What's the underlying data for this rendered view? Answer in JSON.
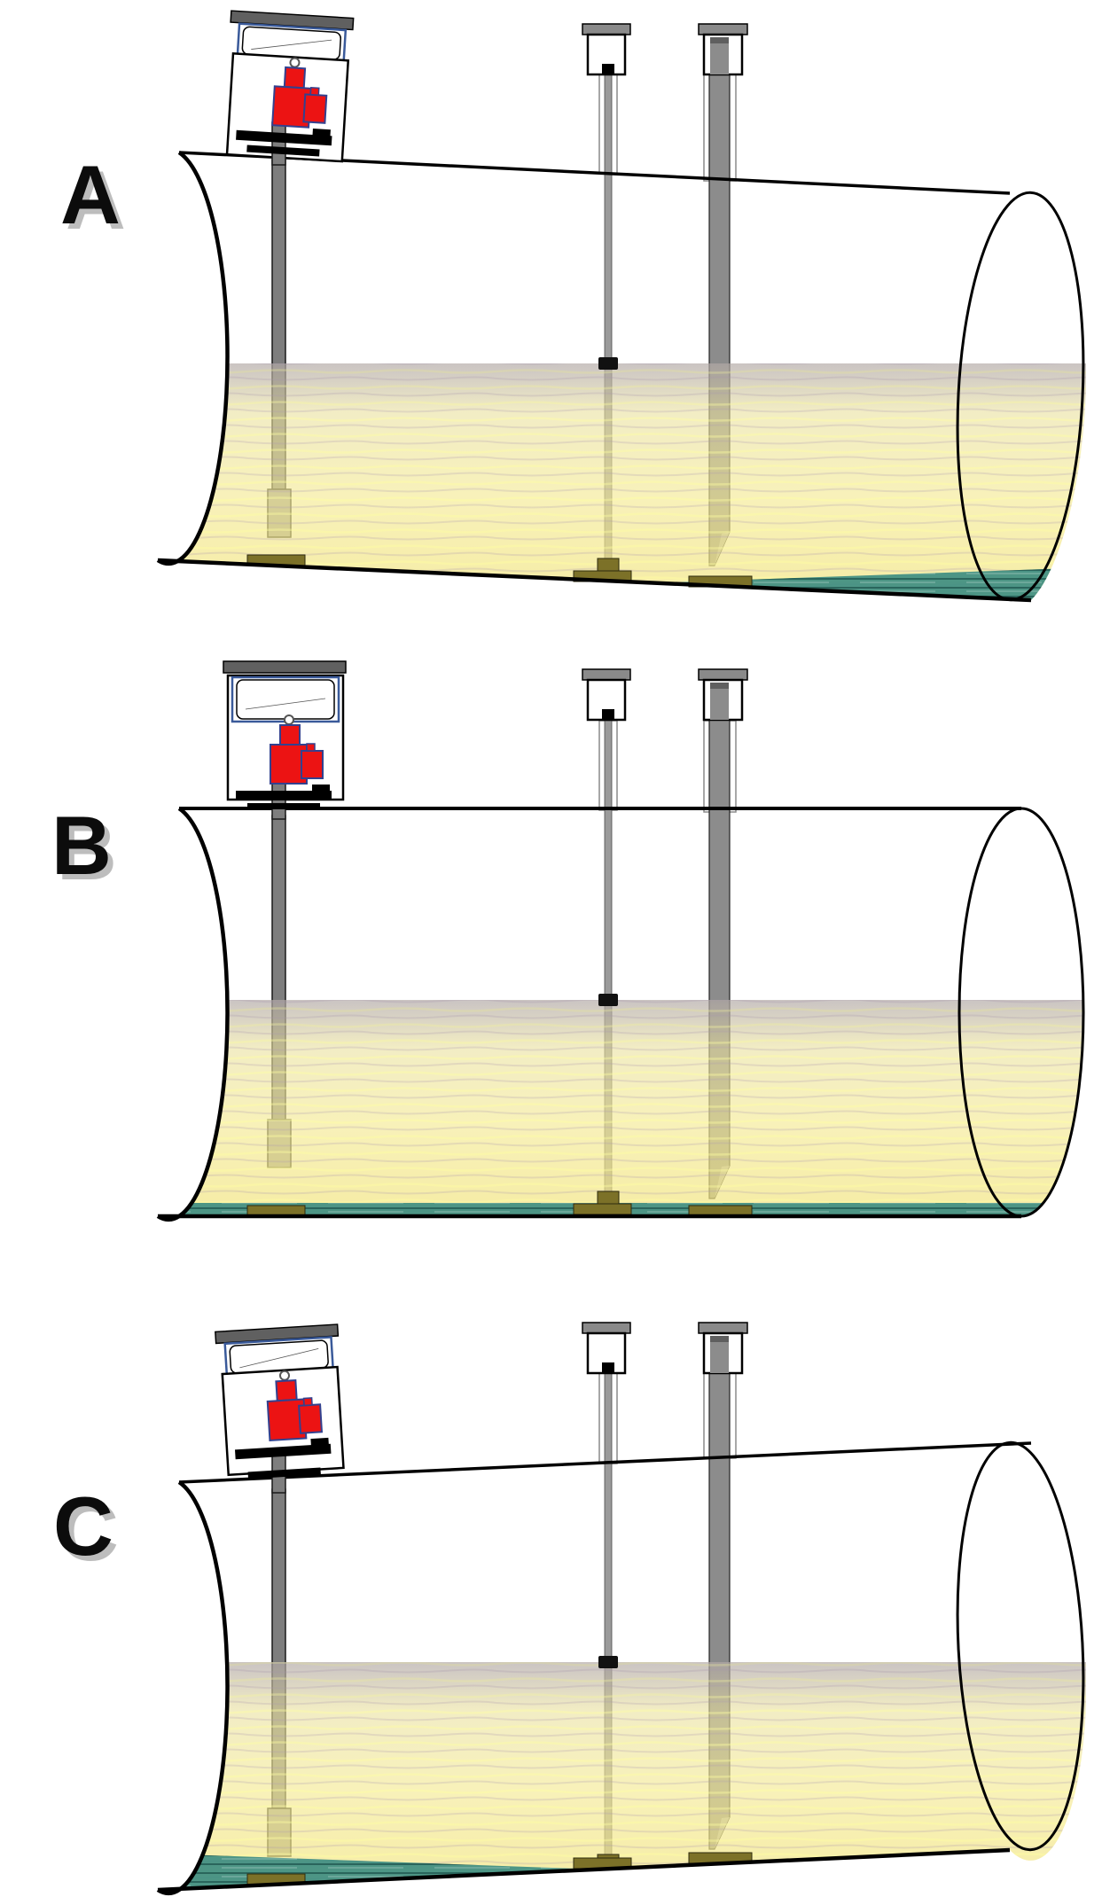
{
  "panels": [
    {
      "label": "A"
    },
    {
      "label": "B"
    },
    {
      "label": "C"
    }
  ],
  "colors": {
    "fuel_liquid": "#f2e88f",
    "fuel_surface_band": "#cfc6b4",
    "water_layer_teal": "#3e8d82",
    "pipe_gray": "#7e7e7e",
    "pump_red": "#ec1313",
    "pump_outline_blue": "#32418f",
    "fitting_olive": "#7c7128",
    "outline_black": "#000000"
  }
}
